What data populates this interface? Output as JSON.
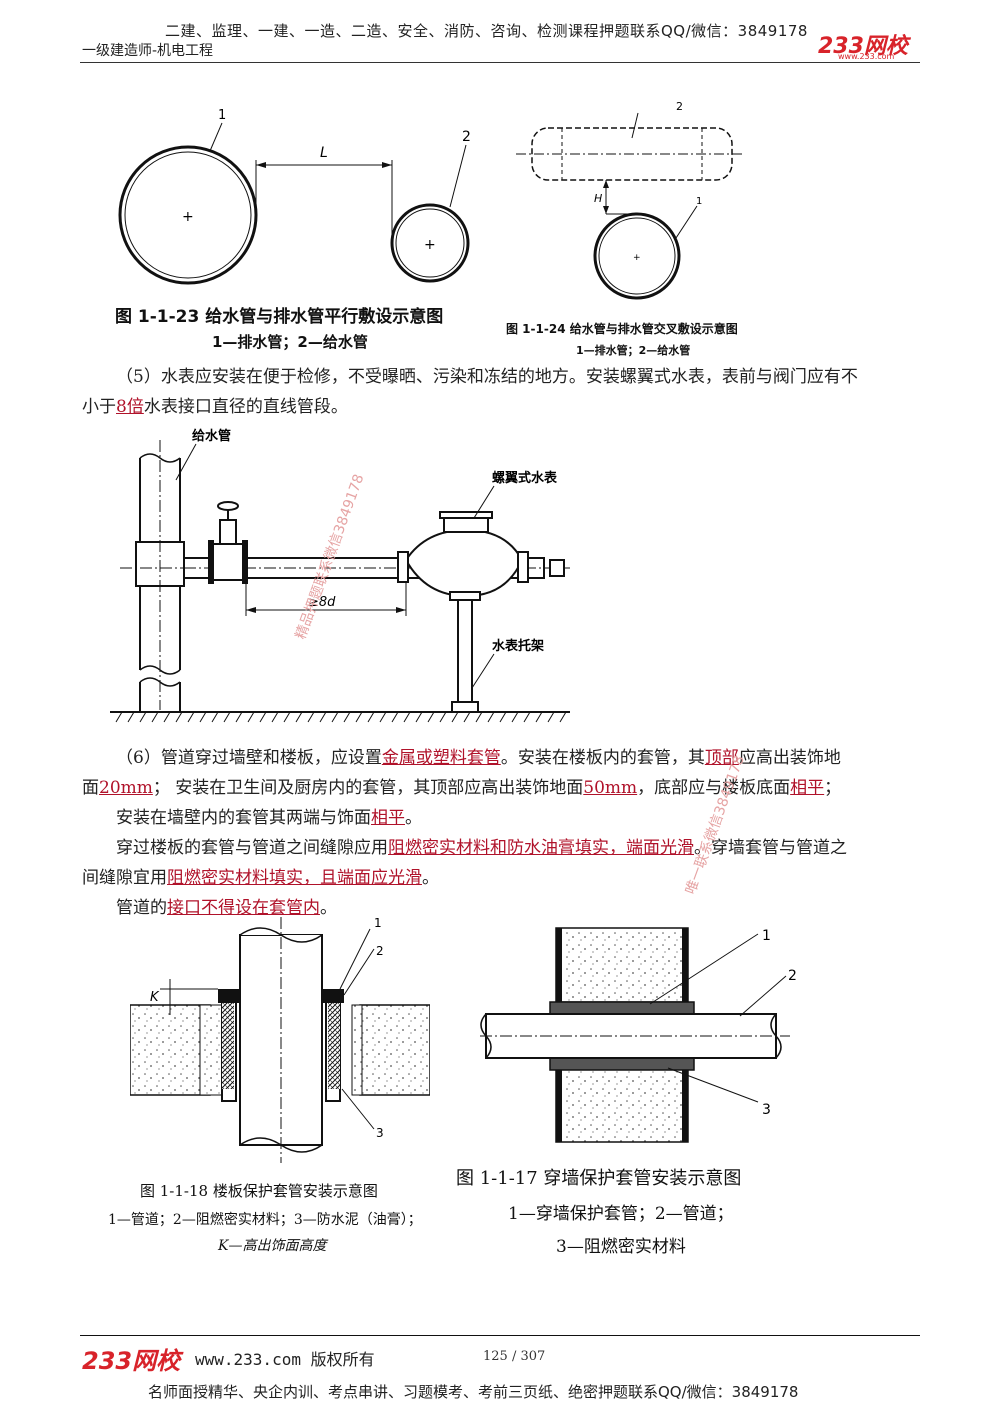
{
  "header": {
    "top_line": "二建、监理、一建、一造、二造、安全、消防、咨询、检测课程押题联系QQ/微信：3849178",
    "subtitle": "一级建造师-机电工程",
    "logo": "233网校",
    "logo_url": "www.233.com"
  },
  "fig1": {
    "label_1": "1",
    "label_2": "2",
    "label_L": "L",
    "caption": "图 1-1-23   给水管与排水管平行敷设示意图",
    "legend": "1—排水管；2—给水管"
  },
  "fig2": {
    "label_1": "1",
    "label_2": "2",
    "label_H": "H",
    "caption": "图 1-1-24   给水管与排水管交叉敷设示意图",
    "legend": "1—排水管；2—给水管"
  },
  "para5": {
    "line1": "（5）水表应安装在便于检修，不受曝晒、污染和冻结的地方。安装螺翼式水表，表前与阀门应有不",
    "line2_a": "小于",
    "line2_hl": "8倍",
    "line2_b": "水表接口直径的直线管段。"
  },
  "fig3": {
    "pipe_label": "给水管",
    "meter_label": "螺翼式水表",
    "dim_label": "≥8d",
    "bracket_label": "水表托架"
  },
  "para6": {
    "l1_a": "（6）管道穿过墙壁和楼板，应设置",
    "l1_hl1": "金属或塑料套管",
    "l1_b": "。安装在楼板内的套管，其",
    "l1_hl2": "顶部",
    "l1_c": "应高出装饰地",
    "l2_a": "面",
    "l2_hl1": "20mm",
    "l2_b": "；   安装在卫生间及厨房内的套管，其顶部应高出装饰地面",
    "l2_hl2": "50mm",
    "l2_c": "，底部应与楼板底面",
    "l2_hl3": "相平",
    "l2_d": "；",
    "l3_a": "安装在墙壁内的套管其两端与饰面",
    "l3_hl": "相平",
    "l3_b": "。",
    "l4_a": "穿过楼板的套管与管道之间缝隙应用",
    "l4_hl": "阻燃密实材料和防水油膏填实，端面光滑",
    "l4_b": "。穿墙套管与管道之",
    "l5_a": "间缝隙宜用",
    "l5_hl": "阻燃密实材料填实，且端面应光滑",
    "l5_b": "。",
    "l6_a": "管道的",
    "l6_hl": "接口不得设在套管内",
    "l6_b": "。"
  },
  "fig4": {
    "label_1": "1",
    "label_2": "2",
    "label_3": "3",
    "label_K": "K",
    "caption": "图 1-1-18   楼板保护套管安装示意图",
    "legend1": "1—管道；2—阻燃密实材料；3—防水泥（油膏）；",
    "legend2": "K—高出饰面高度"
  },
  "fig5": {
    "label_1": "1",
    "label_2": "2",
    "label_3": "3",
    "caption": "图 1-1-17   穿墙保护套管安装示意图",
    "legend1": "1—穿墙保护套管；2—管道；",
    "legend2": "3—阻燃密实材料"
  },
  "watermarks": {
    "wm1": "精品押题联系微信3849178",
    "wm2": "唯一联系微信3849178"
  },
  "footer": {
    "logo": "233网校",
    "url": "www.233.com 版权所有",
    "page": "125 / 307",
    "bottom": "名师面授精华、央企内训、考点串讲、习题模考、考前三页纸、绝密押题联系QQ/微信：3849178"
  }
}
